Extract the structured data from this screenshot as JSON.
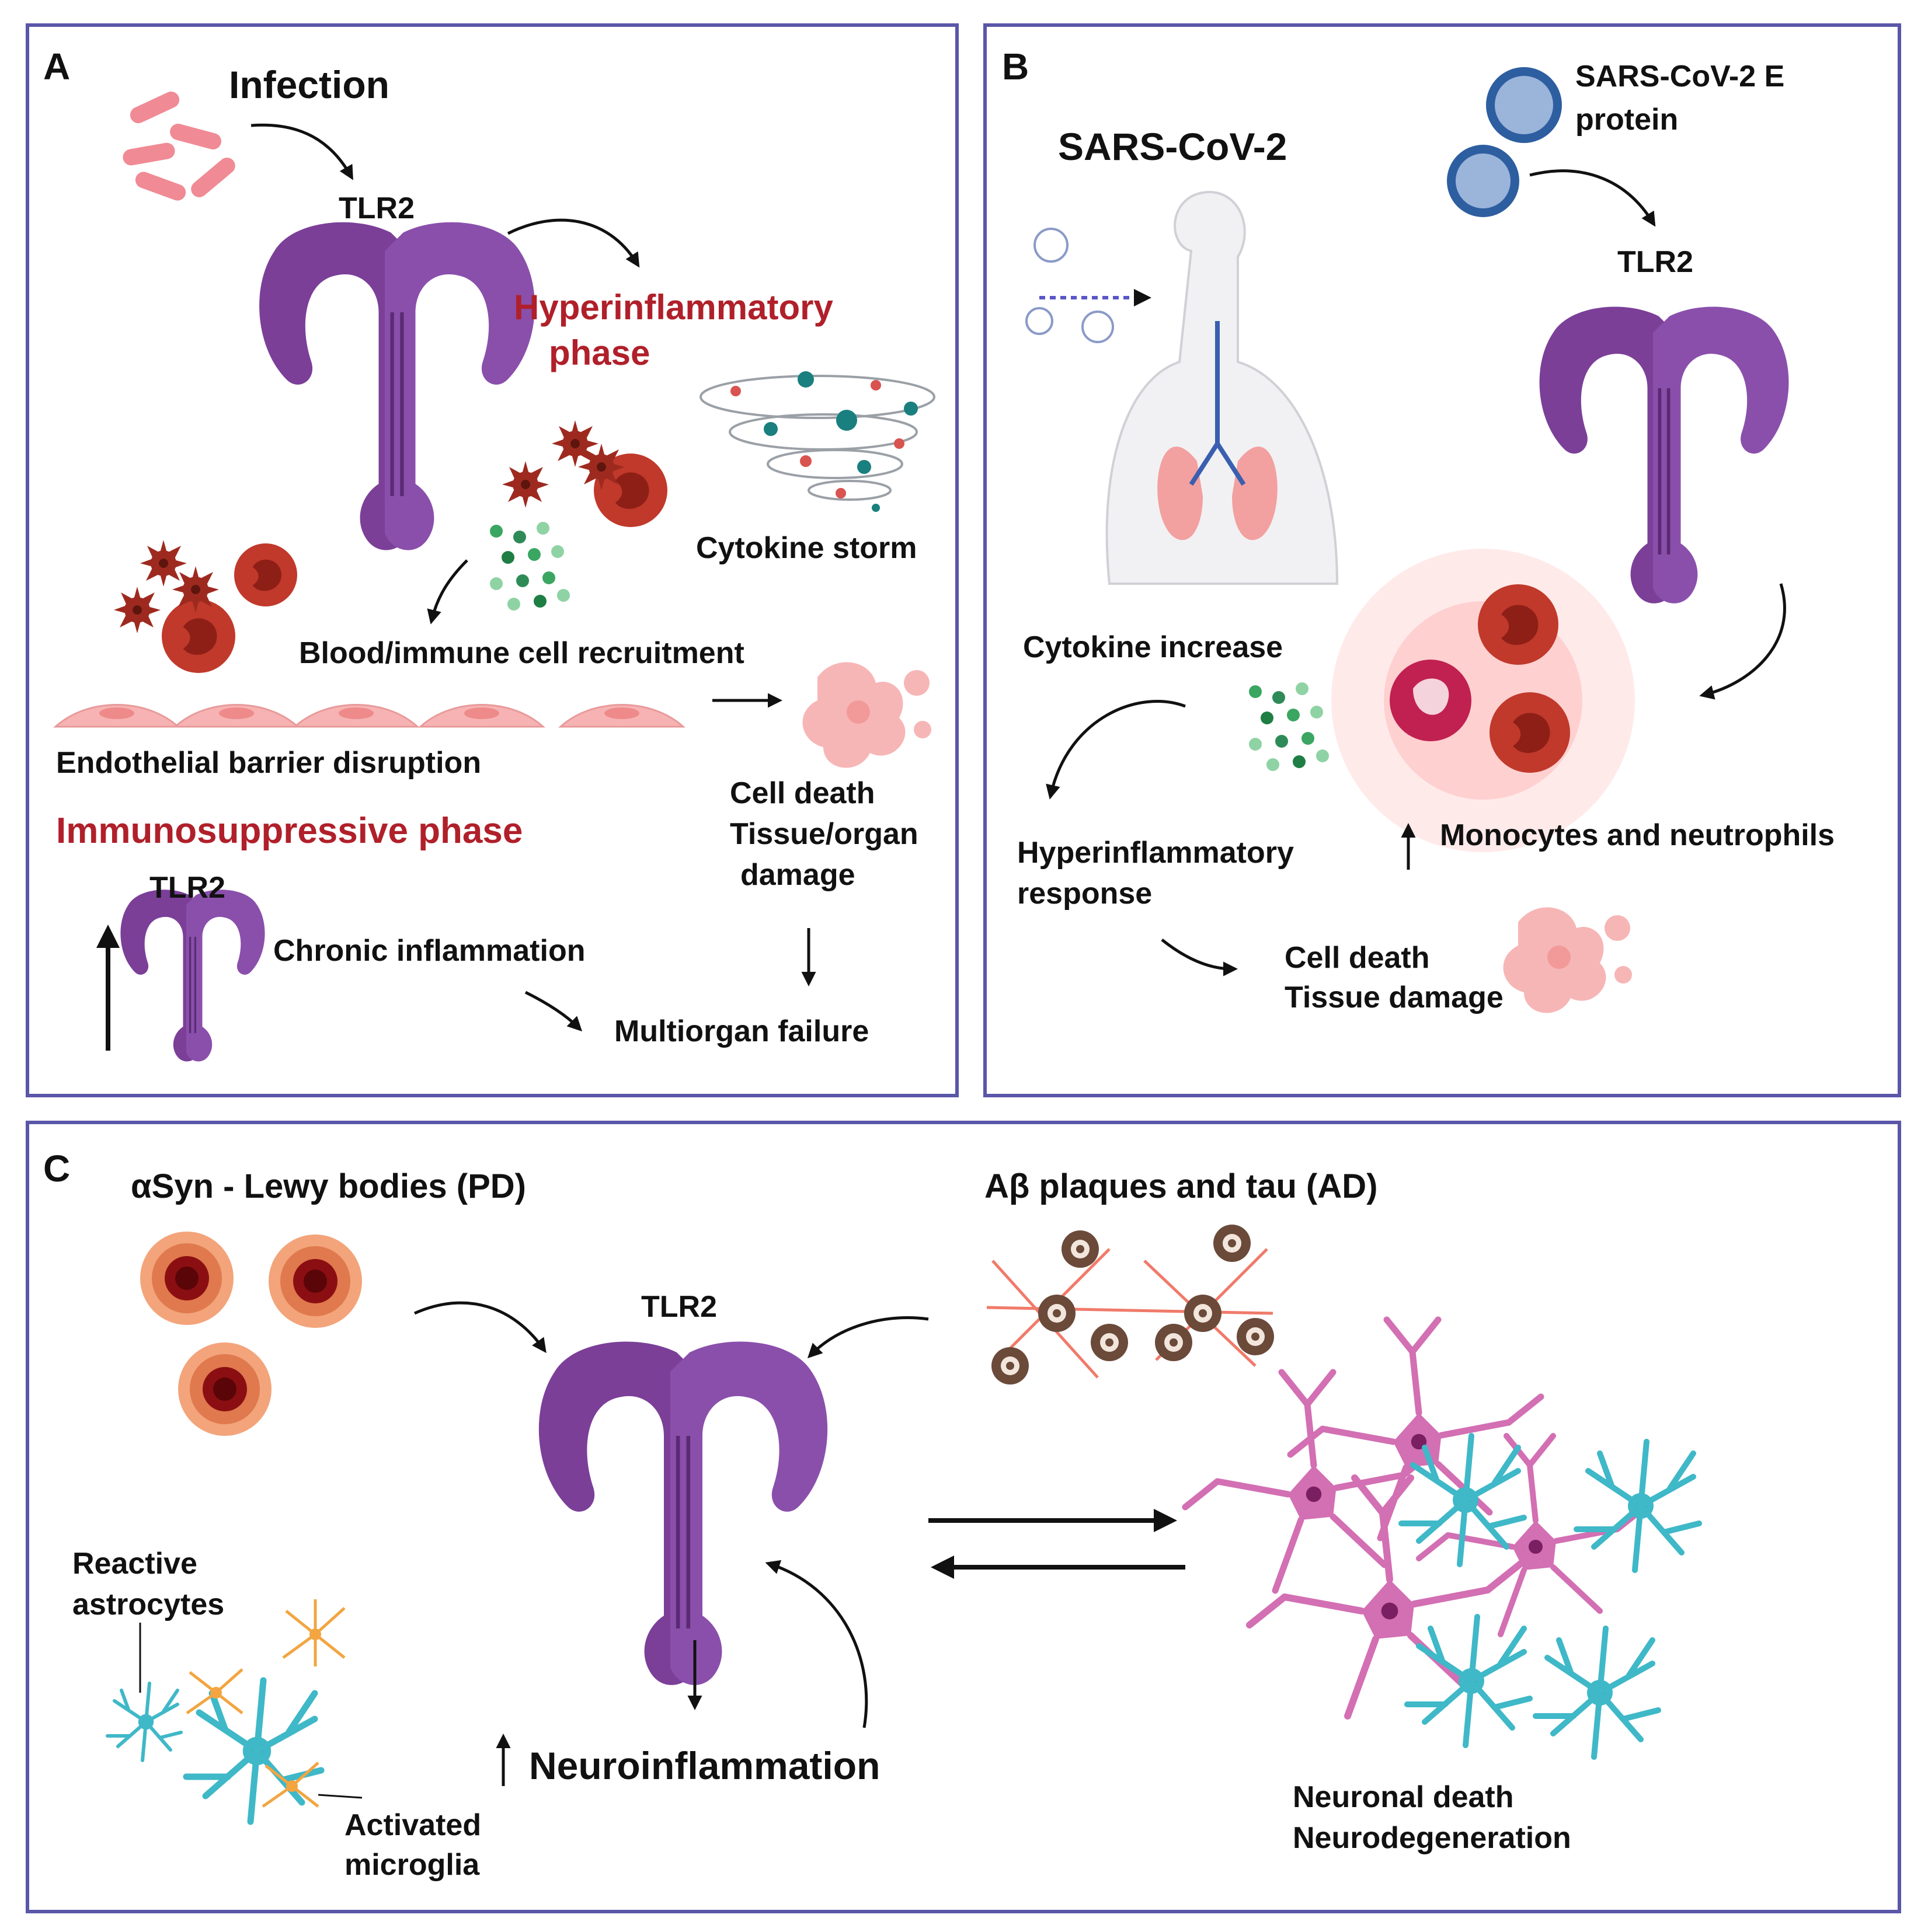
{
  "panels": {
    "a": {
      "letter": "A",
      "infection": "Infection",
      "tlr2_top": "TLR2",
      "hyper_phase_line1": "Hyperinflammatory",
      "hyper_phase_line2": "phase",
      "cytokine_storm": "Cytokine storm",
      "recruitment": "Blood/immune cell recruitment",
      "endothelial": "Endothelial barrier disruption",
      "immunosuppressive": "Immunosuppressive phase",
      "tlr2_small": "TLR2",
      "chronic": "Chronic inflammation",
      "cell_death_line1": "Cell death",
      "cell_death_line2": "Tissue/organ",
      "cell_death_line3": "damage",
      "multiorgan": "Multiorgan failure"
    },
    "b": {
      "letter": "B",
      "sars": "SARS-CoV-2",
      "eprotein_line1": "SARS-CoV-2 E",
      "eprotein_line2": "protein",
      "tlr2": "TLR2",
      "cytokine_increase": "Cytokine increase",
      "hyper_line1": "Hyperinflammatory",
      "hyper_line2": "response",
      "monocytes": "Monocytes and neutrophils",
      "death_line1": "Cell death",
      "death_line2": "Tissue damage"
    },
    "c": {
      "letter": "C",
      "asyn": "αSyn - Lewy bodies (PD)",
      "abeta": "Aβ plaques and tau (AD)",
      "tlr2": "TLR2",
      "reactive_line1": "Reactive",
      "reactive_line2": "astrocytes",
      "activated_line1": "Activated",
      "activated_line2": "microglia",
      "neuroinflammation": "Neuroinflammation",
      "neuronal_line1": "Neuronal death",
      "neuronal_line2": "Neurodegeneration"
    }
  },
  "colors": {
    "border": "#5a56a8",
    "receptor": "#7b3f98",
    "red_text": "#b0202a",
    "blood_cell": "#c0392b",
    "cytokine": "#3aa661",
    "astrocyte": "#3fb8c8",
    "neuron": "#d36fb3"
  },
  "icons": [
    "bacteria-icon",
    "tlr2-receptor-icon",
    "cytokine-storm-icon",
    "blood-cell-icon",
    "endothelial-cell-icon",
    "tissue-damage-icon",
    "virus-icon",
    "lungs-icon",
    "lewy-body-icon",
    "plaque-icon",
    "astrocyte-icon",
    "microglia-icon",
    "neuron-icon"
  ]
}
